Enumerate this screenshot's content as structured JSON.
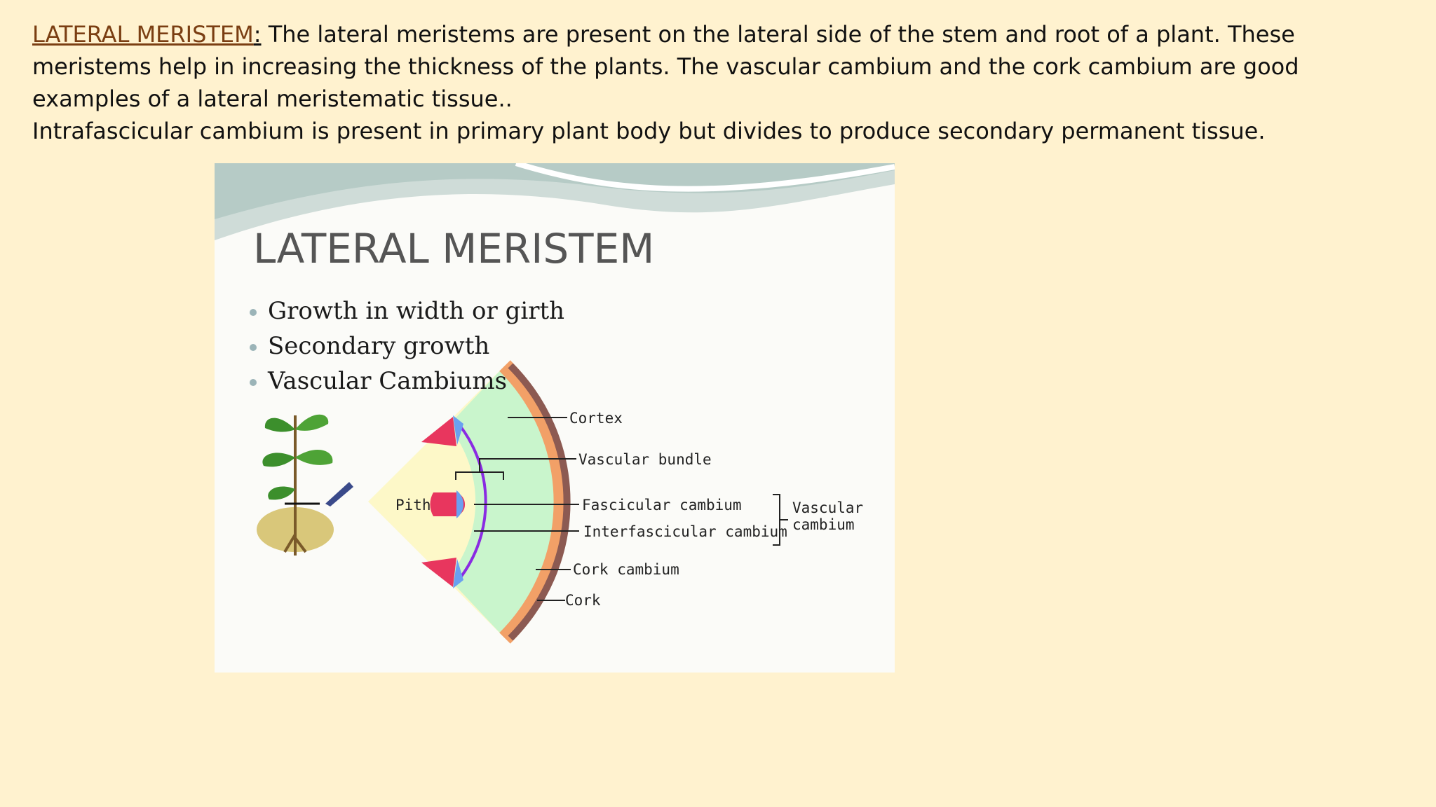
{
  "body": {
    "term": "LATERAL MERISTEM",
    "colon": ":",
    "paragraph1": " The lateral meristems are present on the lateral side of the stem and root of a plant. These meristems help in increasing the thickness of the plants. The vascular cambium and the cork cambium are good examples of a lateral meristematic tissue..",
    "paragraph2": "Intrafascicular cambium is present in primary plant body but divides to produce secondary permanent tissue."
  },
  "figure": {
    "title": "LATERAL MERISTEM",
    "bullets": [
      "Growth in width or girth",
      "Secondary growth",
      "Vascular Cambiums"
    ],
    "labels": {
      "pith": "Pith",
      "cortex": "Cortex",
      "vascular_bundle": "Vascular bundle",
      "fascicular_cambium": "Fascicular cambium",
      "interfascicular_cambium": "Interfascicular cambium",
      "vascular_cambium_line1": "Vascular",
      "vascular_cambium_line2": "cambium",
      "cork_cambium": "Cork cambium",
      "cork": "Cork"
    },
    "colors": {
      "pith": "#fdf8c8",
      "cortex": "#c9f5cc",
      "cork_cambium": "#f2a067",
      "cork": "#8c5a52",
      "cambium_line": "#8a2be2",
      "phloem": "#e8365e",
      "xylem": "#6aa0f0",
      "plant_green": "#3c8f2c"
    }
  }
}
